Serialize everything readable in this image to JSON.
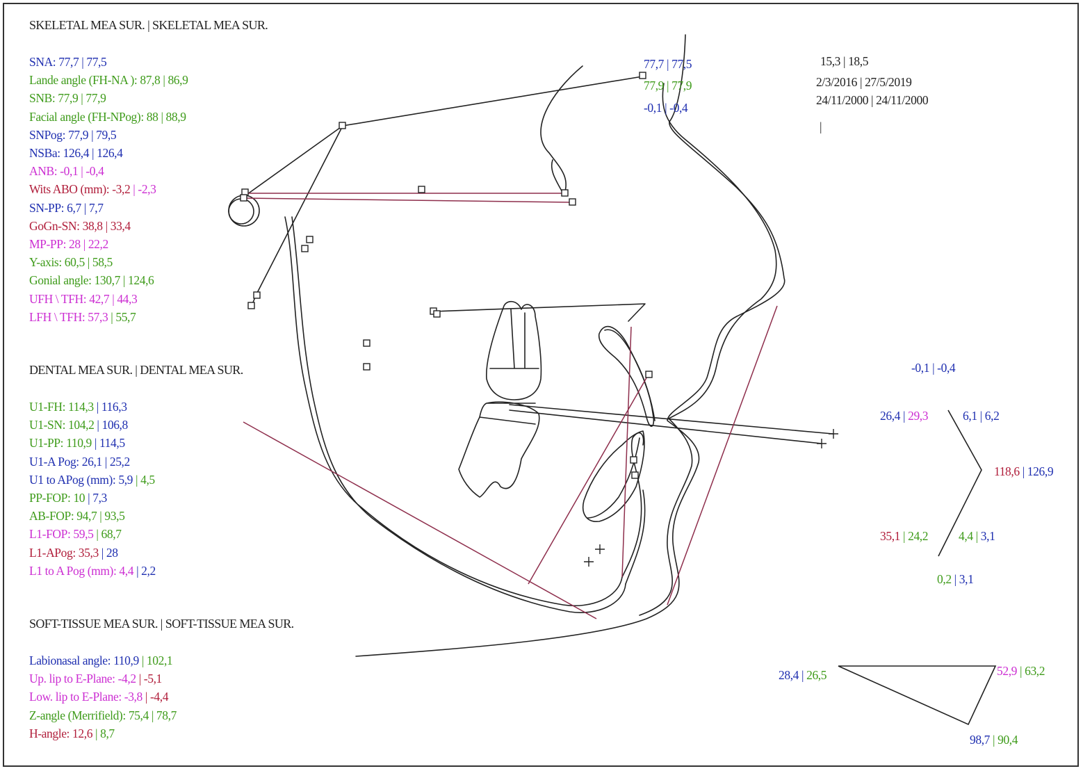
{
  "colors": {
    "blue": "#1f2fb0",
    "green": "#3e9b1a",
    "magenta": "#cc2ed2",
    "red": "#b01d3a",
    "black": "#222222",
    "maroon_line": "#8e2e4c"
  },
  "skeletal": {
    "header": "SKELETAL MEA SUR. | SKELETAL MEA SUR.",
    "items": [
      {
        "label": "SNA:",
        "v1": "77,7",
        "v2": "77,5",
        "c": [
          "blue",
          "blue"
        ]
      },
      {
        "label": "Lande angle (FH-NA ):",
        "v1": "87,8",
        "v2": "86,9",
        "c": [
          "green",
          "green"
        ]
      },
      {
        "label": "SNB:",
        "v1": "77,9",
        "v2": "77,9",
        "c": [
          "green",
          "green"
        ]
      },
      {
        "label": "Facial angle (FH-NPog):",
        "v1": "88",
        "v2": "88,9",
        "c": [
          "green",
          "green"
        ]
      },
      {
        "label": "SNPog:",
        "v1": "77,9",
        "v2": "79,5",
        "c": [
          "blue",
          "blue"
        ]
      },
      {
        "label": "NSBa:",
        "v1": "126,4",
        "v2": "126,4",
        "c": [
          "blue",
          "blue"
        ]
      },
      {
        "label": "ANB:",
        "v1": "-0,1",
        "v2": "-0,4",
        "c": [
          "mag",
          "mag"
        ]
      },
      {
        "label": "Wits ABO (mm):",
        "v1": "-3,2",
        "v2": "-2,3",
        "c": [
          "red",
          "mag"
        ]
      },
      {
        "label": "SN-PP:",
        "v1": "6,7",
        "v2": "7,7",
        "c": [
          "blue",
          "blue"
        ]
      },
      {
        "label": "GoGn-SN:",
        "v1": "38,8",
        "v2": "33,4",
        "c": [
          "red",
          "red"
        ]
      },
      {
        "label": "MP-PP:",
        "v1": "28",
        "v2": "22,2",
        "c": [
          "mag",
          "mag"
        ]
      },
      {
        "label": "Y-axis:",
        "v1": "60,5",
        "v2": "58,5",
        "c": [
          "green",
          "green"
        ]
      },
      {
        "label": "Gonial angle:",
        "v1": "130,7",
        "v2": "124,6",
        "c": [
          "green",
          "green"
        ]
      },
      {
        "label": "UFH \\ TFH:",
        "v1": "42,7",
        "v2": "44,3",
        "c": [
          "mag",
          "mag"
        ]
      },
      {
        "label": "LFH \\ TFH:",
        "v1": "57,3",
        "v2": "55,7",
        "c": [
          "mag",
          "green"
        ]
      }
    ]
  },
  "dental": {
    "header": "DENTAL MEA SUR. | DENTAL MEA SUR.",
    "items": [
      {
        "label": "U1-FH:",
        "v1": "114,3",
        "v2": "116,3",
        "c": [
          "green",
          "blue"
        ]
      },
      {
        "label": "U1-SN:",
        "v1": "104,2",
        "v2": "106,8",
        "c": [
          "green",
          "blue"
        ]
      },
      {
        "label": "U1-PP:",
        "v1": "110,9",
        "v2": "114,5",
        "c": [
          "green",
          "blue"
        ]
      },
      {
        "label": "U1-A Pog:",
        "v1": "26,1",
        "v2": "25,2",
        "c": [
          "blue",
          "blue"
        ]
      },
      {
        "label": "U1 to APog (mm):",
        "v1": "5,9",
        "v2": "4,5",
        "c": [
          "blue",
          "green"
        ]
      },
      {
        "label": "PP-FOP:",
        "v1": "10",
        "v2": "7,3",
        "c": [
          "green",
          "blue"
        ]
      },
      {
        "label": "AB-FOP:",
        "v1": "94,7",
        "v2": "93,5",
        "c": [
          "green",
          "green"
        ]
      },
      {
        "label": "L1-FOP:",
        "v1": "59,5",
        "v2": "68,7",
        "c": [
          "mag",
          "green"
        ]
      },
      {
        "label": "L1-APog:",
        "v1": "35,3",
        "v2": "28",
        "c": [
          "red",
          "blue"
        ]
      },
      {
        "label": "L1 to A Pog (mm):",
        "v1": "4,4",
        "v2": "2,2",
        "c": [
          "mag",
          "blue"
        ]
      }
    ]
  },
  "soft": {
    "header": "SOFT-TISSUE MEA SUR. | SOFT-TISSUE MEA SUR.",
    "items": [
      {
        "label": "Labionasal angle:",
        "v1": "110,9",
        "v2": "102,1",
        "c": [
          "blue",
          "green"
        ]
      },
      {
        "label": "Up. lip to E-Plane:",
        "v1": "-4,2",
        "v2": "-5,1",
        "c": [
          "mag",
          "red"
        ]
      },
      {
        "label": "Low. lip to E-Plane:",
        "v1": "-3,8",
        "v2": "-4,4",
        "c": [
          "mag",
          "red"
        ]
      },
      {
        "label": "Z-angle (Merrifield):",
        "v1": "75,4",
        "v2": "78,7",
        "c": [
          "green",
          "green"
        ]
      },
      {
        "label": "H-angle:",
        "v1": "12,6",
        "v2": "8,7",
        "c": [
          "red",
          "green"
        ]
      }
    ]
  },
  "top_info": {
    "line1": "15,3 | 18,5",
    "line2": "2/3/2016 | 27/5/2019",
    "line3": "24/11/2000 | 24/11/2000",
    "line4": "|"
  },
  "diagram_labels": {
    "top_a": {
      "v1": "77,7",
      "v2": "77,5",
      "c": [
        "blue",
        "blue"
      ]
    },
    "top_b": {
      "v1": "77,9",
      "v2": "77,9",
      "c": [
        "green",
        "green"
      ]
    },
    "top_c": {
      "v1": "-0,1",
      "v2": "-0,4",
      "c": [
        "blue",
        "blue"
      ]
    },
    "r_top": {
      "v1": "-0,1",
      "v2": "-0,4",
      "c": [
        "blue",
        "blue"
      ]
    },
    "r_left_up": {
      "v1": "26,4",
      "v2": "29,3",
      "c": [
        "blue",
        "mag"
      ]
    },
    "r_right_up": {
      "v1": "6,1",
      "v2": "6,2",
      "c": [
        "blue",
        "blue"
      ]
    },
    "r_vertex": {
      "v1": "118,6",
      "v2": "126,9",
      "c": [
        "red",
        "blue"
      ]
    },
    "r_left_down": {
      "v1": "35,1",
      "v2": "24,2",
      "c": [
        "red",
        "green"
      ]
    },
    "r_right_down": {
      "v1": "4,4",
      "v2": "3,1",
      "c": [
        "green",
        "blue"
      ]
    },
    "r_bottom": {
      "v1": "0,2",
      "v2": "3,1",
      "c": [
        "green",
        "blue"
      ]
    },
    "tri_left": {
      "v1": "28,4",
      "v2": "26,5",
      "c": [
        "blue",
        "green"
      ]
    },
    "tri_right": {
      "v1": "52,9",
      "v2": "63,2",
      "c": [
        "mag",
        "green"
      ]
    },
    "tri_bottom": {
      "v1": "98,7",
      "v2": "90,4",
      "c": [
        "blue",
        "green"
      ]
    }
  }
}
